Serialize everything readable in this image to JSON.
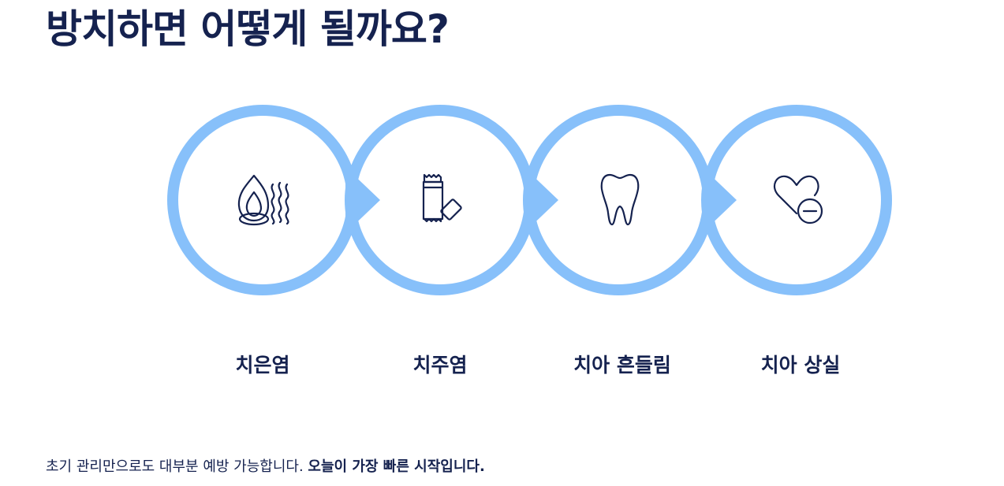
{
  "page": {
    "title": "방치하면 어떻게 될까요?"
  },
  "colors": {
    "ring": "#87c0fa",
    "ink": "#15224f",
    "background": "#ffffff"
  },
  "stages": [
    {
      "label": "치은염",
      "icon": "flame-wave-icon"
    },
    {
      "label": "치주염",
      "icon": "snack-bar-icon"
    },
    {
      "label": "치아 흔들림",
      "icon": "tooth-icon"
    },
    {
      "label": "치아 상실",
      "icon": "heart-minus-icon"
    }
  ],
  "footer": {
    "text": "초기 관리만으로도 대부분 예방 가능합니다.",
    "emphasis": "오늘이 가장 빠른 시작입니다."
  }
}
